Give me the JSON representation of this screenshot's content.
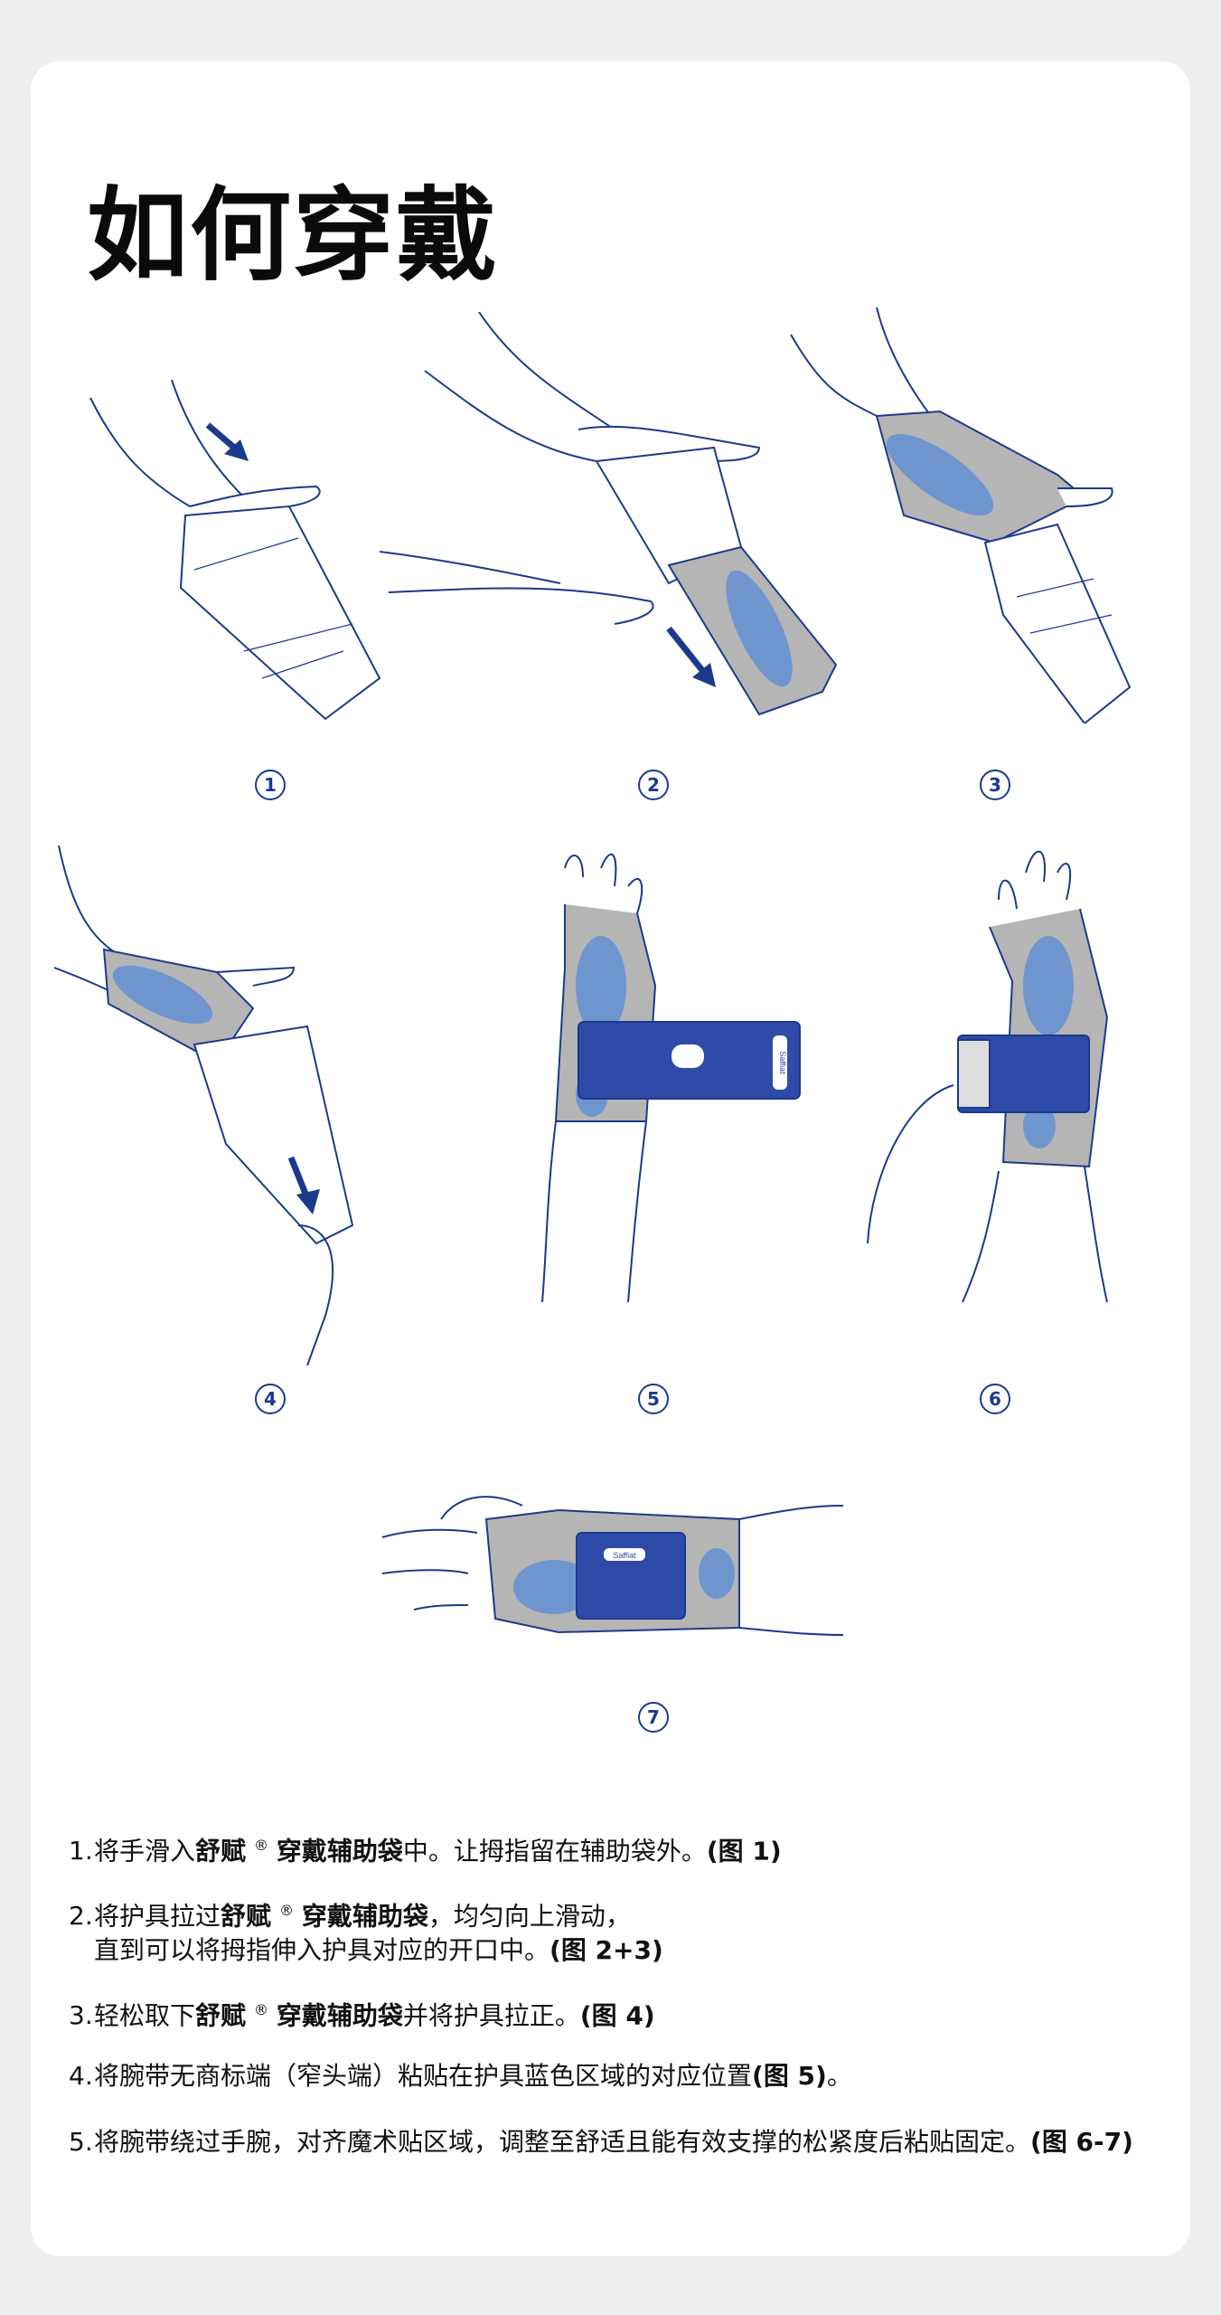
{
  "title": "如何穿戴",
  "figure_numbers": [
    "1",
    "2",
    "3",
    "4",
    "5",
    "6",
    "7"
  ],
  "brand_label": "Saffiat",
  "colors": {
    "outline": "#1b3a8c",
    "brace_gray": "#b5b5b5",
    "brace_blue": "#6f95cf",
    "strap_blue": "#2f4ba8",
    "arrow": "#1b3a8c"
  },
  "steps": [
    {
      "num": "1.",
      "pre": "将手滑入",
      "bold": "舒赋",
      "reg": "®",
      "bold2": "穿戴辅助袋",
      "post": "中。让拇指留在辅助袋外。",
      "ref": "(图 1)"
    },
    {
      "num": "2.",
      "pre": "将护具拉过",
      "bold": "舒赋",
      "reg": "®",
      "bold2": "穿戴辅助袋",
      "post": "，均匀向上滑动，",
      "line2": "直到可以将拇指伸入护具对应的开口中。",
      "ref": "(图 2+3)"
    },
    {
      "num": "3.",
      "pre": "轻松取下",
      "bold": "舒赋",
      "reg": "®",
      "bold2": "穿戴辅助袋",
      "post": "并将护具拉正。",
      "ref": "(图 4)"
    },
    {
      "num": "4.",
      "text": "将腕带无商标端（窄头端）粘贴在护具蓝色区域的对应位置",
      "ref": "(图 5)",
      "tail": "。"
    },
    {
      "num": "5.",
      "text": "将腕带绕过手腕，对齐魔术贴区域，调整至舒适且能有效支撑的松紧度后粘贴固定。",
      "ref": "(图 6-7)"
    }
  ]
}
